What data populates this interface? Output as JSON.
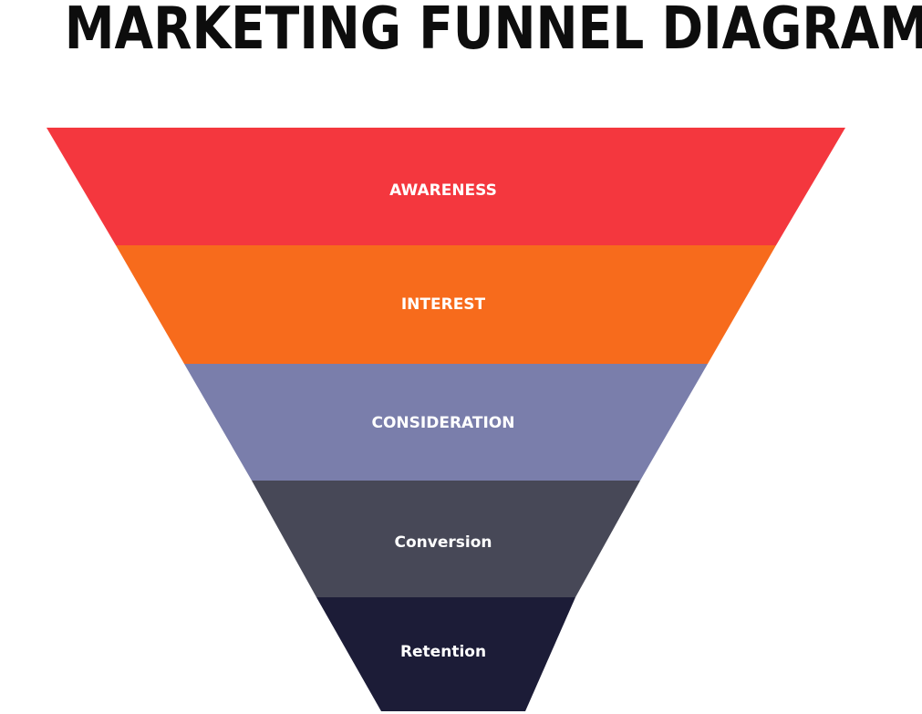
{
  "title": "MARKETING FUNNEL DIAGRAM",
  "stages": [
    {
      "label": "AWARENESS",
      "color": "#f4373e"
    },
    {
      "label": "INTEREST",
      "color": "#f76b1c"
    },
    {
      "label": "CONSIDERATION",
      "color": "#7a7eab"
    },
    {
      "label": "Conversion",
      "color": "#474857"
    },
    {
      "label": "Retention",
      "color": "#1c1c37"
    }
  ]
}
